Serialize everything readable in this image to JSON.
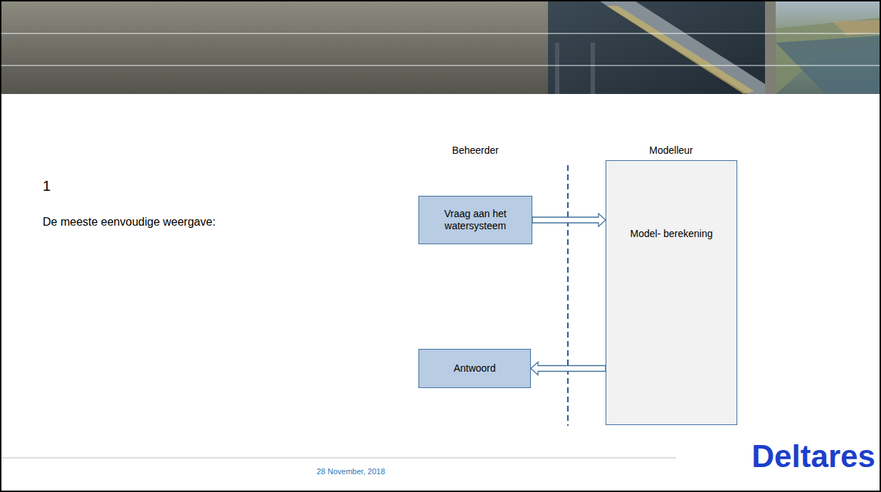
{
  "diagram": {
    "nodes": [
      {
        "text": [
          "Vraag aan het watersysteem"
        ]
      },
      {
        "text": [
          "Model- berekening"
        ]
      },
      {
        "text": [
          "Antwoord"
        ]
      }
    ],
    "edges": [
      {
        "from": 0,
        "to": 1,
        "arrow": "to"
      },
      {
        "from": 1,
        "to": 2,
        "arrow": "to"
      }
    ],
    "labels": [
      "1",
      "De meeste eenvoudige weergave:",
      "Beheerder",
      "Modelleur",
      "28 November, 2018",
      "Deltares"
    ]
  }
}
